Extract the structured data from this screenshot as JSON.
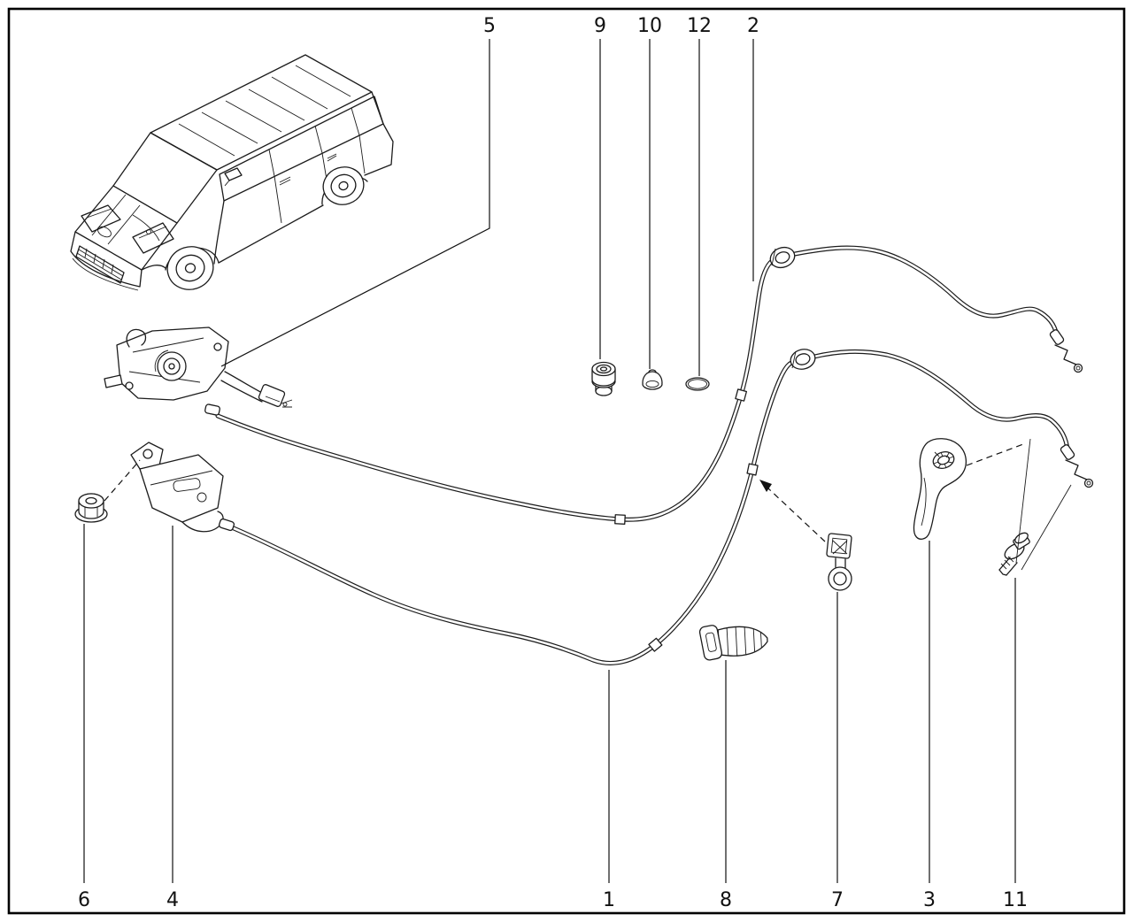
{
  "figure": {
    "kind": "exploded-parts-diagram",
    "subject": "hood-lock-and-release-cable",
    "colors": {
      "background": "#ffffff",
      "line": "#1c1c1c"
    }
  },
  "callouts": [
    {
      "label": "5",
      "part": "hood-lock-assembly"
    },
    {
      "label": "9",
      "part": "grommet-plug"
    },
    {
      "label": "10",
      "part": "cap"
    },
    {
      "label": "12",
      "part": "seal-ring"
    },
    {
      "label": "2",
      "part": "release-cable-rear-section"
    },
    {
      "label": "6",
      "part": "flange-nut"
    },
    {
      "label": "4",
      "part": "safety-hook-lock"
    },
    {
      "label": "1",
      "part": "release-cable-front-section"
    },
    {
      "label": "8",
      "part": "cable-clip"
    },
    {
      "label": "7",
      "part": "cable-retainer"
    },
    {
      "label": "3",
      "part": "release-handle"
    },
    {
      "label": "11",
      "part": "bolt"
    }
  ]
}
